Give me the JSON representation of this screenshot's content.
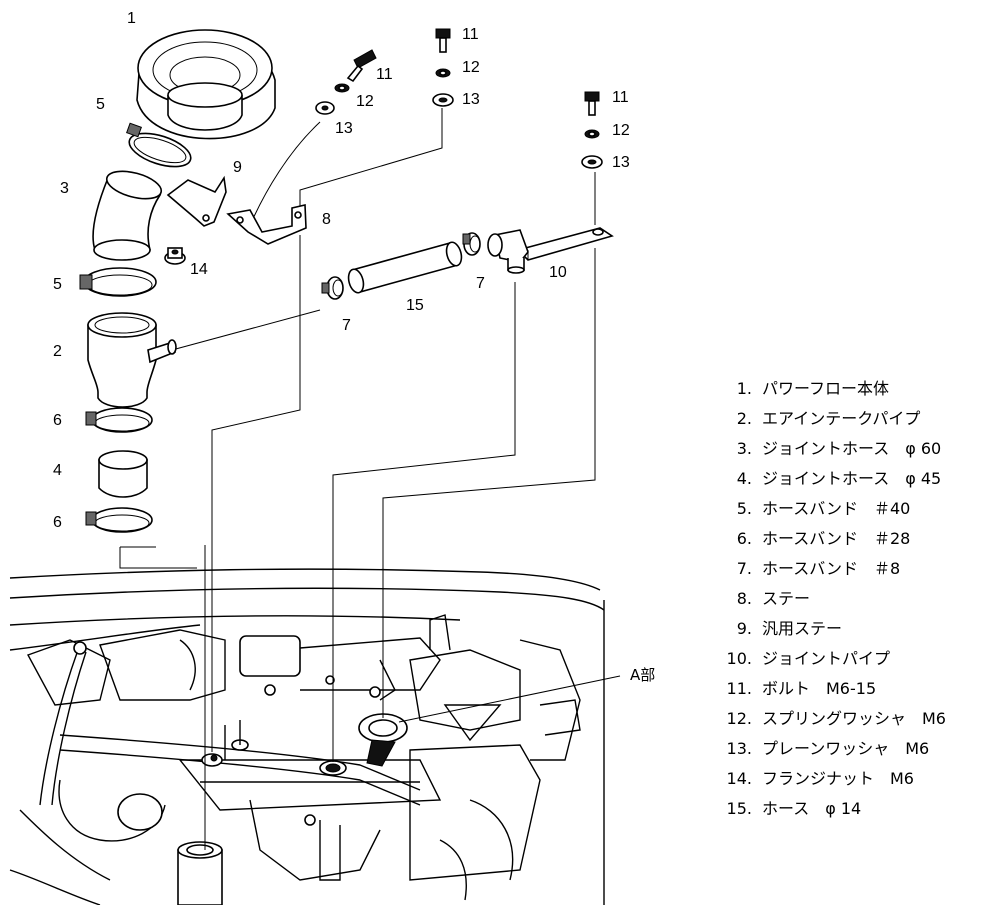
{
  "callouts": {
    "c1": "1",
    "c5a": "5",
    "c3": "3",
    "c9": "9",
    "c14": "14",
    "c5b": "5",
    "c2": "2",
    "c6a": "6",
    "c4": "4",
    "c6b": "6",
    "c11a": "11",
    "c12a": "12",
    "c13a": "13",
    "c11b": "11",
    "c12b": "12",
    "c13b": "13",
    "c11c": "11",
    "c12c": "12",
    "c13c": "13",
    "c8": "8",
    "c7a": "7",
    "c7b": "7",
    "c15": "15",
    "c10": "10"
  },
  "detail_label": "A部",
  "legend": [
    {
      "num": "1.",
      "text": "パワーフロー本体"
    },
    {
      "num": "2.",
      "text": "エアインテークパイプ"
    },
    {
      "num": "3.",
      "text": "ジョイントホース　φ 60"
    },
    {
      "num": "4.",
      "text": "ジョイントホース　φ 45"
    },
    {
      "num": "5.",
      "text": "ホースバンド　＃40"
    },
    {
      "num": "6.",
      "text": "ホースバンド　＃28"
    },
    {
      "num": "7.",
      "text": "ホースバンド　＃8"
    },
    {
      "num": "8.",
      "text": "ステー"
    },
    {
      "num": "9.",
      "text": "汎用ステー"
    },
    {
      "num": "10.",
      "text": "ジョイントパイプ"
    },
    {
      "num": "11.",
      "text": "ボルト　M6-15"
    },
    {
      "num": "12.",
      "text": "スプリングワッシャ　M6"
    },
    {
      "num": "13.",
      "text": "プレーンワッシャ　M6"
    },
    {
      "num": "14.",
      "text": "フランジナット　M6"
    },
    {
      "num": "15.",
      "text": "ホース　φ 14"
    }
  ]
}
